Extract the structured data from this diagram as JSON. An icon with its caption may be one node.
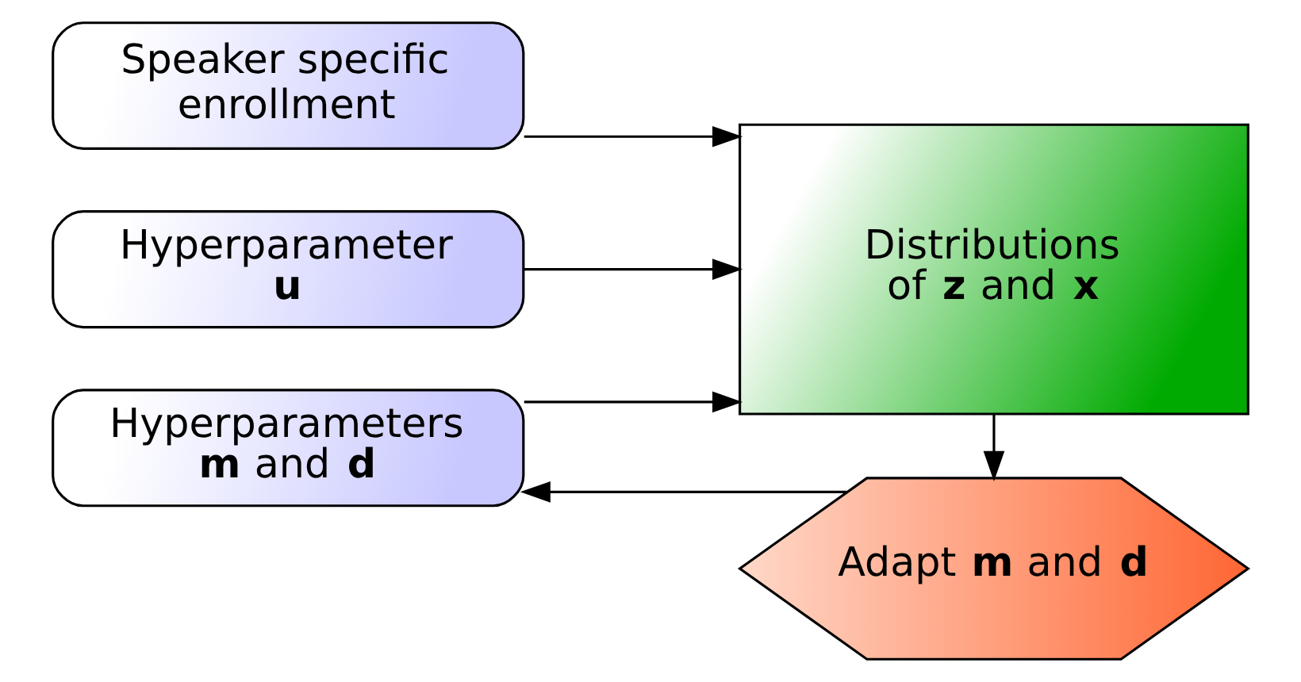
{
  "diagram": {
    "nodes": [
      {
        "text": [
          "Speaker specific enrollment"
        ]
      },
      {
        "text": [
          "Hyperparameter **u**"
        ]
      },
      {
        "text": [
          "Hyperparameters **m** and **d**"
        ]
      },
      {
        "text": [
          "Distributions of **z** and **x**"
        ]
      },
      {
        "text": [
          "Adapt **m** and **d**"
        ]
      }
    ],
    "edges": [
      {
        "from": 0,
        "to": 3,
        "arrow": "to"
      },
      {
        "from": 1,
        "to": 3,
        "arrow": "to"
      },
      {
        "from": 2,
        "to": 3,
        "arrow": "to"
      },
      {
        "from": 3,
        "to": 4,
        "arrow": "to"
      },
      {
        "from": 4,
        "to": 2,
        "arrow": "to"
      }
    ]
  }
}
